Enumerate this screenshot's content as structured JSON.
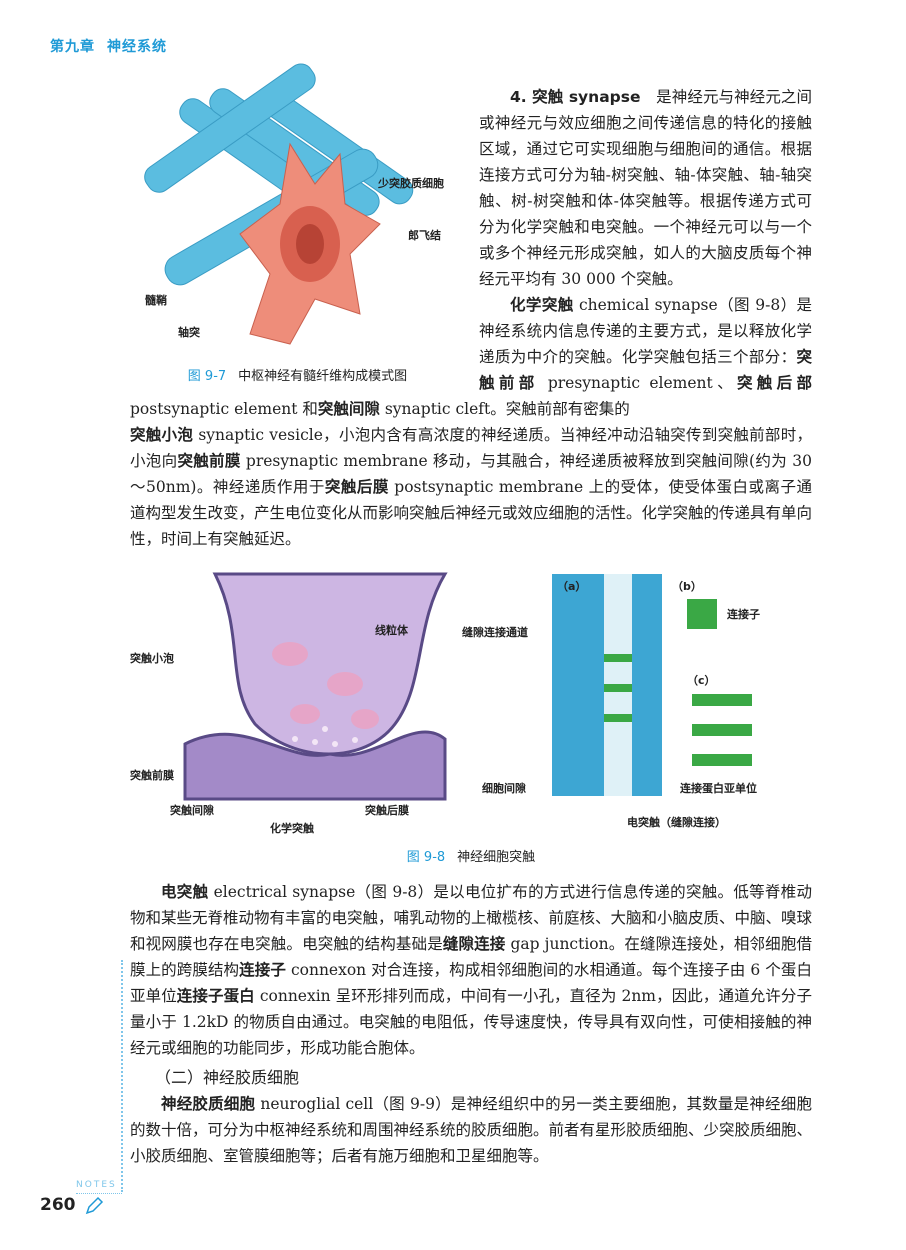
{
  "header": {
    "chapter": "第九章",
    "title": "神经系统"
  },
  "fig97": {
    "num": "图 9-7",
    "title": "中枢神经有髓纤维构成模式图",
    "labels": {
      "oligo": "少突胶质细胞",
      "node": "郎飞结",
      "myelin": "髓鞘",
      "axon": "轴突"
    }
  },
  "fig98": {
    "num": "图 9-8",
    "title": "神经细胞突触",
    "labels": {
      "mito": "线粒体",
      "vesicle": "突触小泡",
      "pre": "突触前膜",
      "cleft": "突触间隙",
      "post": "突触后膜",
      "chem": "化学突触",
      "a": "（a）",
      "b": "（b）",
      "c": "（c）",
      "channel": "缝隙连接通道",
      "connexon": "连接子",
      "gap": "细胞间隙",
      "subunit": "连接蛋白亚单位",
      "elec": "电突触（缝隙连接）"
    }
  },
  "paragraphs": [
    [
      {
        "t": "4. 突触 synapse",
        "b": true
      },
      {
        "t": "　是神经元与神经元之间或神经元与效应细胞之间传递信息的特化的接触区域，通过它可实现细胞与细胞间的通信。根据连接方式可分为轴-树突触、轴-体突触、轴-轴突触、树-树突触和体-体突触等。根据传递方式可分为化学突触和电突触。一个神经元可以与一个或多个神经元形成突触，如人的大脑皮质每个神经元平均有 30 000 个突触。"
      }
    ],
    [
      {
        "t": "化学突触",
        "b": true
      },
      {
        "t": " chemical synapse（图 9-8）是神经系统内信息传递的主要方式，是以释放化学递质为中介的突触。化学突触包括三个部分："
      },
      {
        "t": "突触前部",
        "b": true
      },
      {
        "t": " presynaptic element、"
      },
      {
        "t": "突触后部",
        "b": true
      },
      {
        "t": " postsynaptic element 和"
      },
      {
        "t": "突触间隙",
        "b": true
      },
      {
        "t": " synaptic cleft。突触前部有密集的"
      }
    ],
    [
      {
        "t": "突触小泡",
        "b": true
      },
      {
        "t": " synaptic vesicle，小泡内含有高浓度的神经递质。当神经冲动沿轴突传到突触前部时，小泡向"
      },
      {
        "t": "突触前膜",
        "b": true
      },
      {
        "t": " presynaptic membrane 移动，与其融合，神经递质被释放到突触间隙(约为 30～50nm)。神经递质作用于"
      },
      {
        "t": "突触后膜",
        "b": true
      },
      {
        "t": " postsynaptic membrane 上的受体，使受体蛋白或离子通道构型发生改变，产生电位变化从而影响突触后神经元或效应细胞的活性。化学突触的传递具有单向性，时间上有突触延迟。"
      }
    ],
    [
      {
        "t": "电突触",
        "b": true
      },
      {
        "t": " electrical synapse（图 9-8）是以电位扩布的方式进行信息传递的突触。低等脊椎动物和某些无脊椎动物有丰富的电突触，哺乳动物的上橄榄核、前庭核、大脑和小脑皮质、中脑、嗅球和视网膜也存在电突触。电突触的结构基础是"
      },
      {
        "t": "缝隙连接",
        "b": true
      },
      {
        "t": " gap junction。在缝隙连接处，相邻细胞借膜上的跨膜结构"
      },
      {
        "t": "连接子",
        "b": true
      },
      {
        "t": " connexon 对合连接，构成相邻细胞间的水相通道。每个连接子由 6 个蛋白亚单位"
      },
      {
        "t": "连接子蛋白",
        "b": true
      },
      {
        "t": " connexin 呈环形排列而成，中间有一小孔，直径为 2nm，因此，通道允许分子量小于 1.2kD 的物质自由通过。电突触的电阻低，传导速度快，传导具有双向性，可使相接触的神经元或细胞的功能同步，形成功能合胞体。"
      }
    ],
    [
      {
        "t": "神经胶质细胞",
        "b": true
      },
      {
        "t": " neuroglial cell（图 9-9）是神经组织中的另一类主要细胞，其数量是神经细胞的数十倍，可分为中枢神经系统和周围神经系统的胶质细胞。前者有星形胶质细胞、少突胶质细胞、小胶质细胞、室管膜细胞等；后者有施万细胞和卫星细胞等。"
      }
    ]
  ],
  "section": "（二）神经胶质细胞",
  "footer": {
    "page": "260",
    "notes": "NOTES"
  },
  "colors": {
    "accent": "#1f9ad6"
  }
}
